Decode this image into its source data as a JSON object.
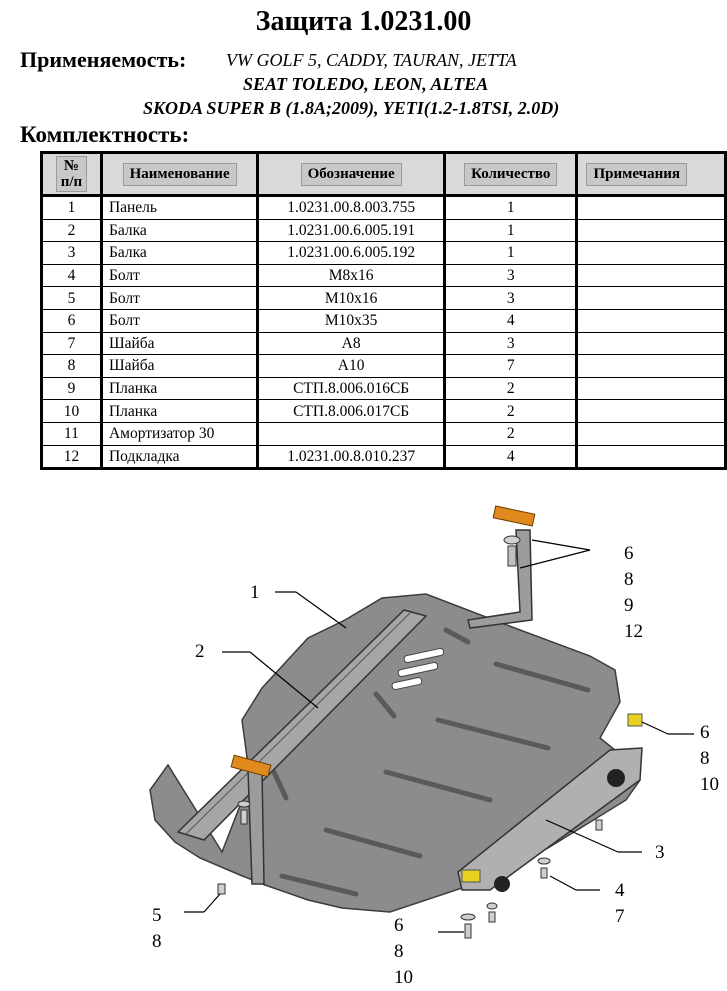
{
  "title": "Защита 1.0231.00",
  "applicability": {
    "label": "Применяемость:",
    "line1": "VW GOLF 5, CADDY, TAURAN, JETTA",
    "line2": "SEAT TOLEDO, LEON, ALTEA",
    "line3": "SKODA SUPER B (1.8A;2009), YETI(1.2-1.8TSI, 2.0D)"
  },
  "kit_label": "Комплектность:",
  "table": {
    "headers": {
      "num_line1": "№",
      "num_line2": "п/п",
      "name": "Наименование",
      "designation": "Обозначение",
      "qty": "Количество",
      "notes": "Примечания"
    },
    "rows": [
      {
        "n": "1",
        "name": "Панель",
        "code": "1.0231.00.8.003.755",
        "qty": "1",
        "note": ""
      },
      {
        "n": "2",
        "name": "Балка",
        "code": "1.0231.00.6.005.191",
        "qty": "1",
        "note": ""
      },
      {
        "n": "3",
        "name": "Балка",
        "code": "1.0231.00.6.005.192",
        "qty": "1",
        "note": ""
      },
      {
        "n": "4",
        "name": "Болт",
        "code": "M8x16",
        "qty": "3",
        "note": ""
      },
      {
        "n": "5",
        "name": "Болт",
        "code": "M10x16",
        "qty": "3",
        "note": ""
      },
      {
        "n": "6",
        "name": "Болт",
        "code": "M10x35",
        "qty": "4",
        "note": ""
      },
      {
        "n": "7",
        "name": "Шайба",
        "code": "A8",
        "qty": "3",
        "note": ""
      },
      {
        "n": "8",
        "name": "Шайба",
        "code": "A10",
        "qty": "7",
        "note": ""
      },
      {
        "n": "9",
        "name": "Планка",
        "code": "СТП.8.006.016СБ",
        "qty": "2",
        "note": ""
      },
      {
        "n": "10",
        "name": "Планка",
        "code": "СТП.8.006.017СБ",
        "qty": "2",
        "note": ""
      },
      {
        "n": "11",
        "name": "Амортизатор 30",
        "code": "",
        "qty": "2",
        "note": ""
      },
      {
        "n": "12",
        "name": "Подкладка",
        "code": "1.0231.00.8.010.237",
        "qty": "4",
        "note": ""
      }
    ]
  },
  "callouts": {
    "c1": "1",
    "c2": "2",
    "c3": "3",
    "c_top_right": [
      "6",
      "8",
      "9",
      "12"
    ],
    "c_right": [
      "6",
      "8",
      "10"
    ],
    "c_bolt": [
      "4",
      "7"
    ],
    "c_left": [
      "5",
      "8"
    ],
    "c_bottom": [
      "6",
      "8",
      "10"
    ]
  },
  "colors": {
    "panel": "#8c8c8c",
    "bracket_orange": "#e08a1e",
    "bracket_yellow": "#e6d21e"
  }
}
